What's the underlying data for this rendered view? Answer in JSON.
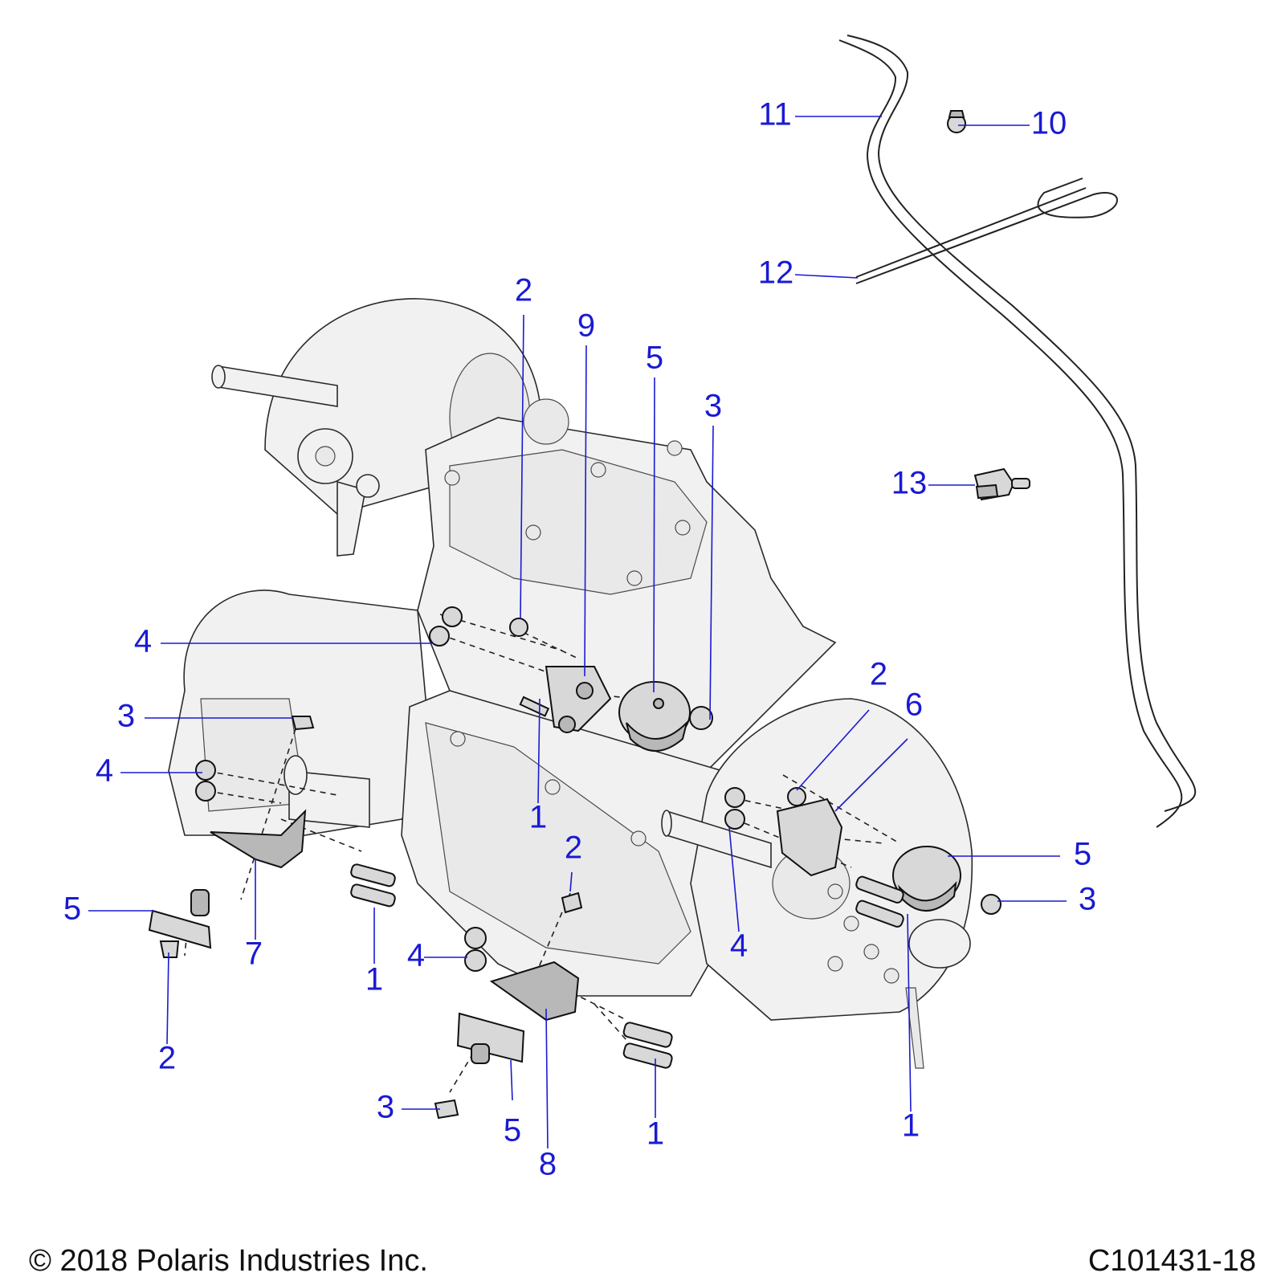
{
  "footer": {
    "copyright": "© 2018 Polaris Industries Inc.",
    "figure_id": "C101431-18"
  },
  "callouts": [
    {
      "id": "c-11",
      "label": "11"
    },
    {
      "id": "c-10",
      "label": "10"
    },
    {
      "id": "c-12",
      "label": "12"
    },
    {
      "id": "c-13",
      "label": "13"
    },
    {
      "id": "c-2a",
      "label": "2"
    },
    {
      "id": "c-9",
      "label": "9"
    },
    {
      "id": "c-5a",
      "label": "5"
    },
    {
      "id": "c-3a",
      "label": "3"
    },
    {
      "id": "c-4a",
      "label": "4"
    },
    {
      "id": "c-3b",
      "label": "3"
    },
    {
      "id": "c-4b",
      "label": "4"
    },
    {
      "id": "c-2b",
      "label": "2"
    },
    {
      "id": "c-6",
      "label": "6"
    },
    {
      "id": "c-1a",
      "label": "1"
    },
    {
      "id": "c-2c",
      "label": "2"
    },
    {
      "id": "c-5b",
      "label": "5"
    },
    {
      "id": "c-3c",
      "label": "3"
    },
    {
      "id": "c-4c",
      "label": "4"
    },
    {
      "id": "c-5c",
      "label": "5"
    },
    {
      "id": "c-7",
      "label": "7"
    },
    {
      "id": "c-1b",
      "label": "1"
    },
    {
      "id": "c-4d",
      "label": "4"
    },
    {
      "id": "c-2d",
      "label": "2"
    },
    {
      "id": "c-3d",
      "label": "3"
    },
    {
      "id": "c-5d",
      "label": "5"
    },
    {
      "id": "c-8",
      "label": "8"
    },
    {
      "id": "c-1c",
      "label": "1"
    },
    {
      "id": "c-1d",
      "label": "1"
    }
  ]
}
